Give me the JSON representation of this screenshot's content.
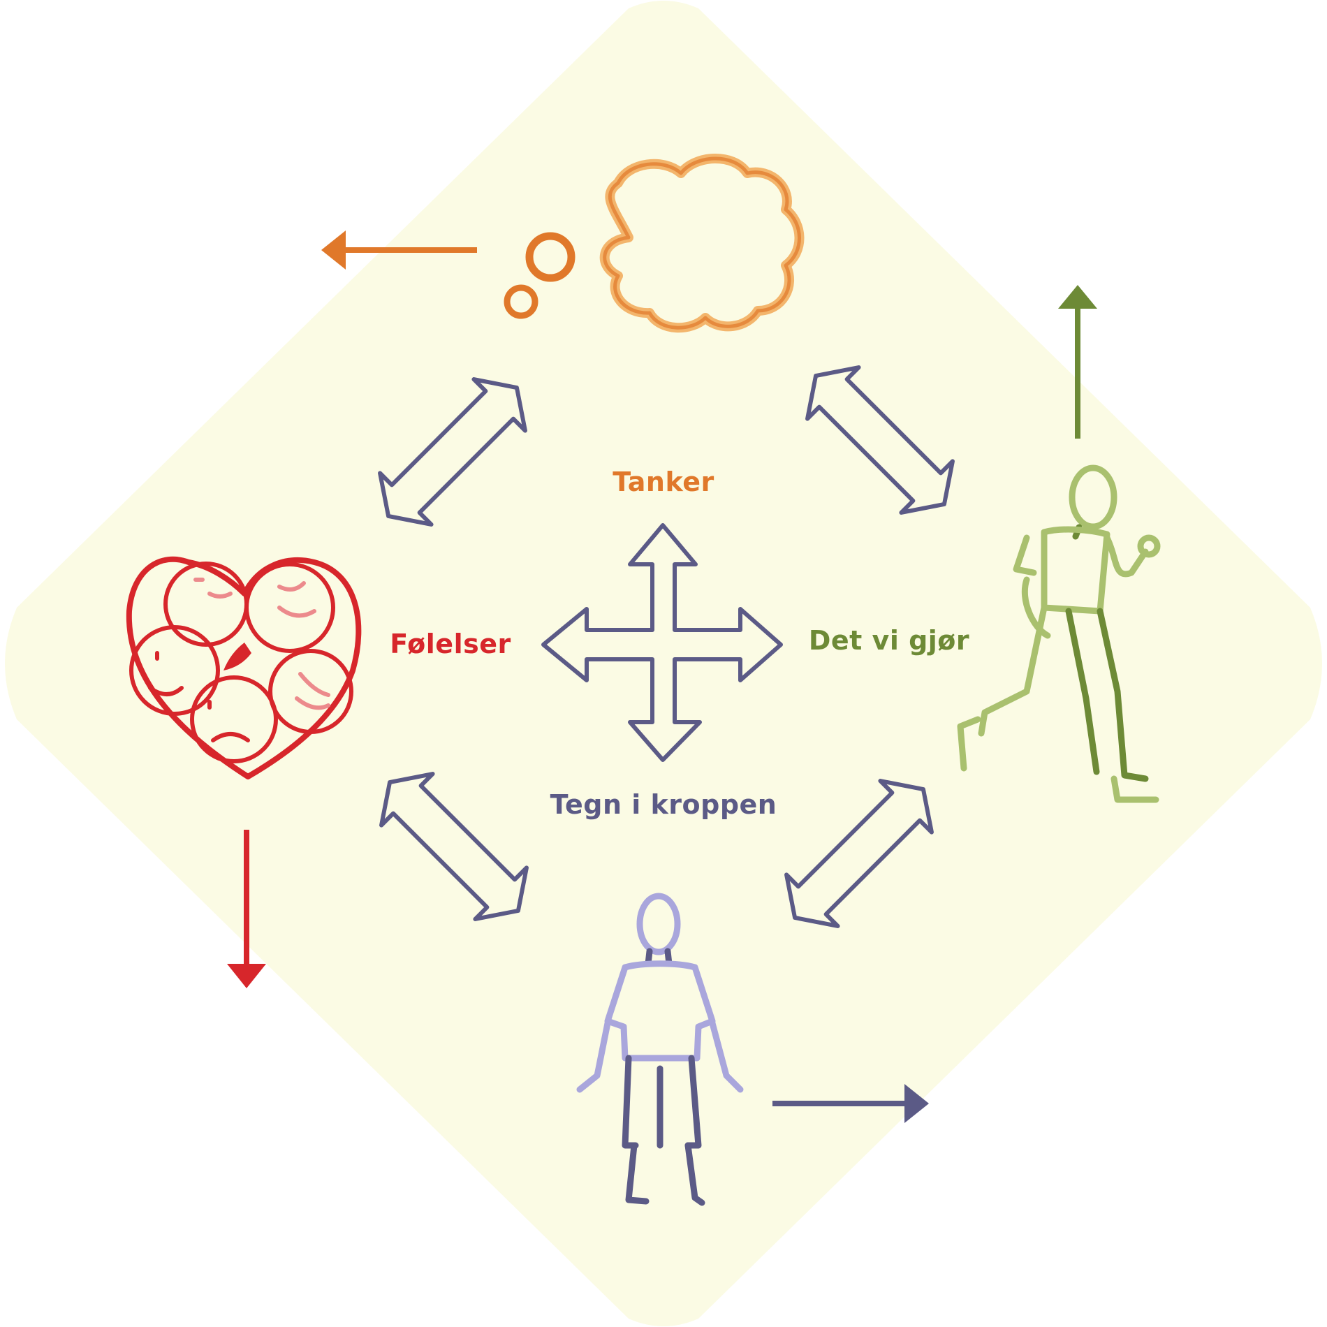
{
  "colors": {
    "background": "#fbfbe4",
    "thoughts": "#e0782a",
    "feelings": "#d7262b",
    "actions": "#6d8a36",
    "body": "#5b5a86",
    "body_light": "#a9a6dc",
    "actions_light": "#a9c06e",
    "thoughts_light": "#f3b56c"
  },
  "labels": {
    "thoughts": "Tanker",
    "feelings": "Følelser",
    "actions": "Det vi gjør",
    "body": "Tegn i kroppen"
  },
  "icons": {
    "thoughts": "thought-cloud-icon",
    "feelings": "heart-with-faces-icon",
    "actions": "running-person-icon",
    "body": "standing-person-icon",
    "center": "four-way-arrow-icon",
    "connector": "double-headed-arrow-icon"
  }
}
